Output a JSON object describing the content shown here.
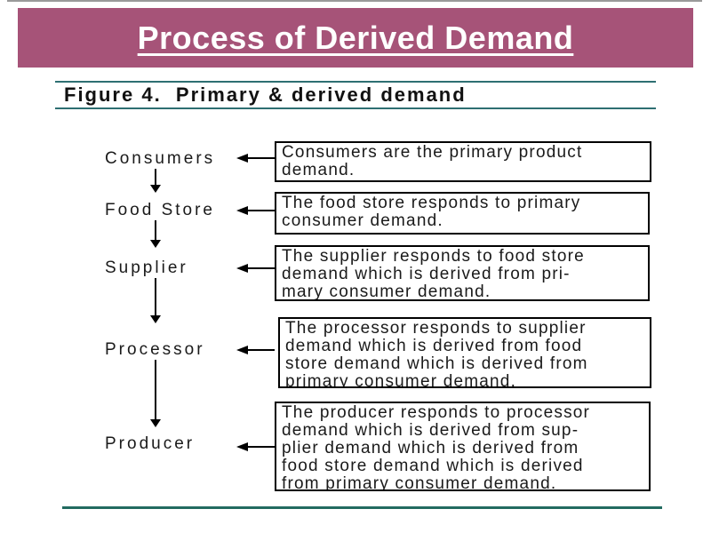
{
  "slide": {
    "title": "Process of Derived Demand"
  },
  "figure": {
    "caption": "Figure 4.  Primary & derived demand",
    "nodes": [
      {
        "label": "Consumers"
      },
      {
        "label": "Food Store"
      },
      {
        "label": "Supplier"
      },
      {
        "label": "Processor"
      },
      {
        "label": "Producer"
      }
    ],
    "boxes": [
      {
        "text": "Consumers are the primary product\ndemand."
      },
      {
        "text": "The food store responds to primary\nconsumer demand."
      },
      {
        "text": "The supplier responds to food store\ndemand which is derived from pri-\nmary consumer demand."
      },
      {
        "text": "The processor responds to supplier\ndemand which is derived from food\nstore demand which is derived from\nprimary consumer demand."
      },
      {
        "text": "The producer responds to processor\ndemand which is derived from sup-\nplier demand which is derived from\nfood store demand which is derived\nfrom primary consumer demand."
      }
    ]
  },
  "colors": {
    "header_bg": "#a65378",
    "title_text": "#ffffff",
    "caption_rule": "#2e6f72",
    "footer_rule": "#226b60",
    "box_border": "#000000",
    "body_text": "#1a1a1a"
  }
}
